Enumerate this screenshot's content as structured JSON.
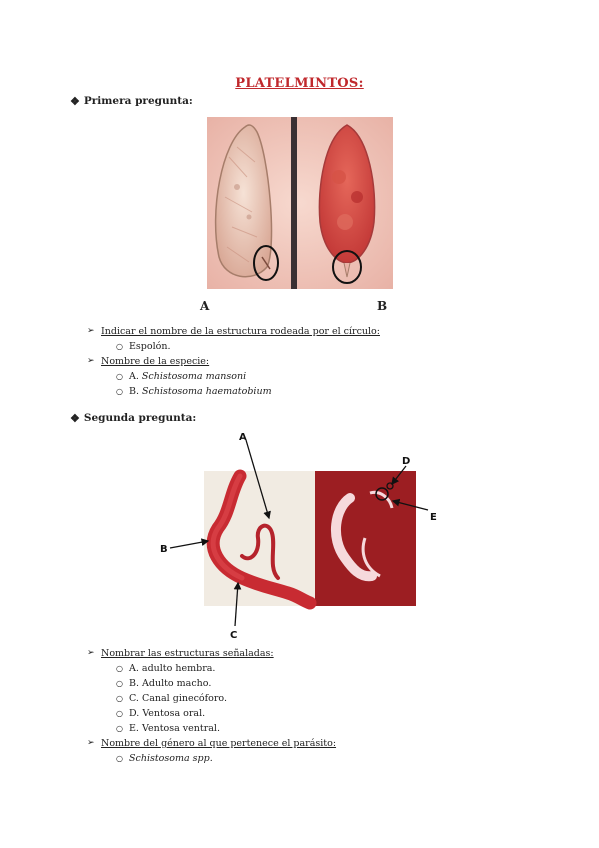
{
  "title": "PLATELMINTOS:",
  "section1": {
    "heading": "Primera pregunta:",
    "figure_labels": [
      "A",
      "B"
    ],
    "questions": [
      {
        "text": "Indicar el nombre de la estructura rodeada por el círculo:",
        "answers": [
          {
            "prefix": "",
            "text": "Espolón."
          }
        ]
      },
      {
        "text": "Nombre de la especie:",
        "answers": [
          {
            "prefix": "A. ",
            "text": "Schistosoma mansoni"
          },
          {
            "prefix": "B. ",
            "text": "Schistosoma haematobium"
          }
        ]
      }
    ]
  },
  "section2": {
    "heading": "Segunda pregunta:",
    "figure_labels": [
      "A",
      "B",
      "C",
      "D",
      "E"
    ],
    "questions": [
      {
        "text": "Nombrar las estructuras señaladas:",
        "answers": [
          {
            "prefix": "",
            "text": "A. adulto hembra."
          },
          {
            "prefix": "",
            "text": "B. Adulto macho."
          },
          {
            "prefix": "",
            "text": "C. Canal ginecóforo."
          },
          {
            "prefix": "",
            "text": "D. Ventosa oral."
          },
          {
            "prefix": "",
            "text": "E. Ventosa ventral."
          }
        ]
      },
      {
        "text": "Nombre del género al que pertenece el parásito:",
        "answers": [
          {
            "prefix": "",
            "text": "Schistosoma spp."
          }
        ]
      }
    ]
  }
}
